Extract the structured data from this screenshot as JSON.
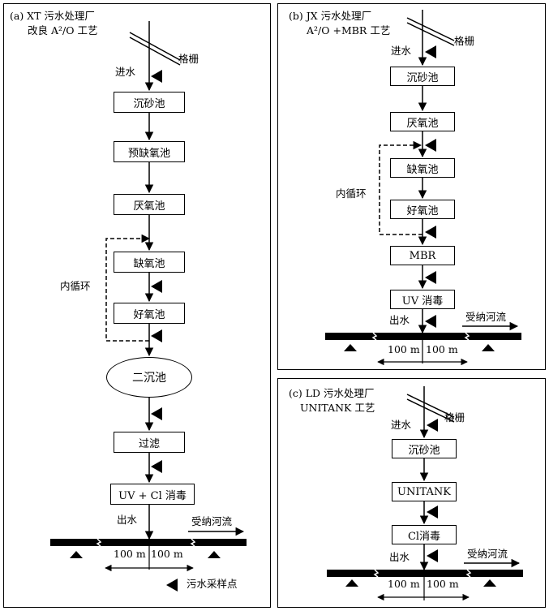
{
  "panel_a": {
    "title_line1": "(a) XT 污水处理厂",
    "title_line2": "改良 A²/O 工艺",
    "screen_label": "格栅",
    "inlet_label": "进水",
    "steps": [
      "沉砂池",
      "预缺氧池",
      "厌氧池",
      "缺氧池",
      "好氧池",
      "二沉池",
      "过滤",
      "UV + Cl 消毒"
    ],
    "recycle_label": "内循环",
    "outlet_label": "出水",
    "river_label": "受纳河流",
    "distance_left": "100 m",
    "distance_right": "100 m",
    "legend_label": "污水采样点"
  },
  "panel_b": {
    "title_line1": "(b) JX 污水处理厂",
    "title_line2": "A²/O +MBR 工艺",
    "screen_label": "格栅",
    "inlet_label": "进水",
    "steps": [
      "沉砂池",
      "厌氧池",
      "缺氧池",
      "好氧池",
      "MBR",
      "UV 消毒"
    ],
    "recycle_label": "内循环",
    "outlet_label": "出水",
    "river_label": "受纳河流",
    "distance_left": "100 m",
    "distance_right": "100 m"
  },
  "panel_c": {
    "title_line1": "(c) LD 污水处理厂",
    "title_line2": "UNITANK 工艺",
    "screen_label": "格栅",
    "inlet_label": "进水",
    "steps": [
      "沉砂池",
      "UNITANK",
      "Cl消毒"
    ],
    "outlet_label": "出水",
    "river_label": "受纳河流",
    "distance_left": "100 m",
    "distance_right": "100 m"
  }
}
